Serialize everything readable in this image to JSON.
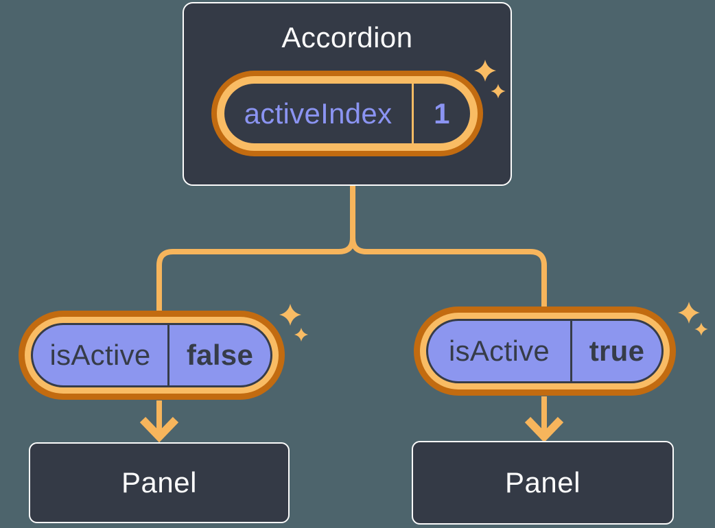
{
  "diagram": {
    "root": {
      "title": "Accordion",
      "state": {
        "label": "activeIndex",
        "value": "1"
      }
    },
    "children": [
      {
        "prop": {
          "label": "isActive",
          "value": "false"
        },
        "panel": {
          "title": "Panel"
        }
      },
      {
        "prop": {
          "label": "isActive",
          "value": "true"
        },
        "panel": {
          "title": "Panel"
        }
      }
    ]
  },
  "icons": {
    "sparkle": "sparkle-icon",
    "arrow_down": "arrow-down-icon"
  },
  "colors": {
    "background": "#4D646C",
    "node_fill": "#343A46",
    "node_border": "#FCFCFC",
    "ring_outer": "#C26B10",
    "ring_inner": "#F9BC64",
    "connector": "#F7B55C",
    "purple_fill": "#8C96EF",
    "purple_text": "#8B94F2",
    "dark_text": "#363C48",
    "title_text": "#FCFCFC"
  }
}
